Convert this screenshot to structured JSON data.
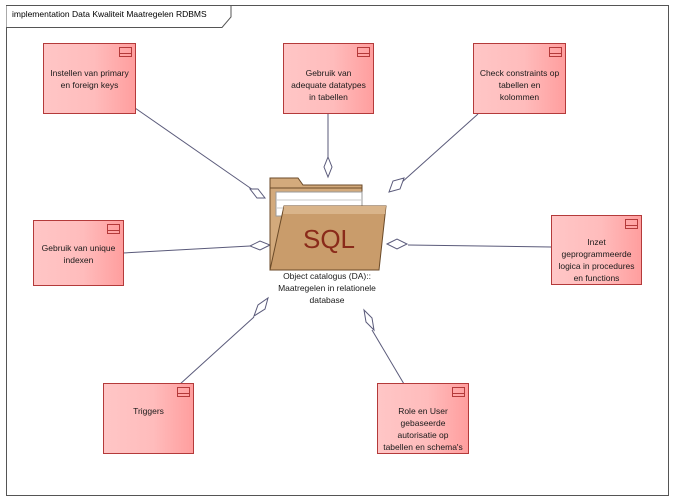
{
  "frame": {
    "title": "implementation Data Kwaliteit Maatregelen RDBMS"
  },
  "center": {
    "icon_text": "SQL",
    "label": "Object catalogus (DA):: Maatregelen in relationele database"
  },
  "requirements": [
    {
      "text": "Instellen van primary en foreign keys"
    },
    {
      "text": "Gebruik van adequate datatypes in tabellen"
    },
    {
      "text": "Check constraints op tabellen en kolommen"
    },
    {
      "text": "Gebruik van unique indexen"
    },
    {
      "text": "Inzet geprogrammeerde logica in procedures en functions"
    },
    {
      "text": "Triggers"
    },
    {
      "text": "Role en User gebaseerde autorisatie op tabellen en schema's"
    }
  ],
  "colors": {
    "requirement_fill": "#ffbcbc",
    "requirement_border": "#b43a3a",
    "folder_fill": "#c89a6a",
    "sql_text": "#8a2a1a",
    "connector": "#5a5a7a"
  },
  "icons": {
    "center": "sql-folder-icon",
    "requirement": "requirement-tag-icon"
  }
}
